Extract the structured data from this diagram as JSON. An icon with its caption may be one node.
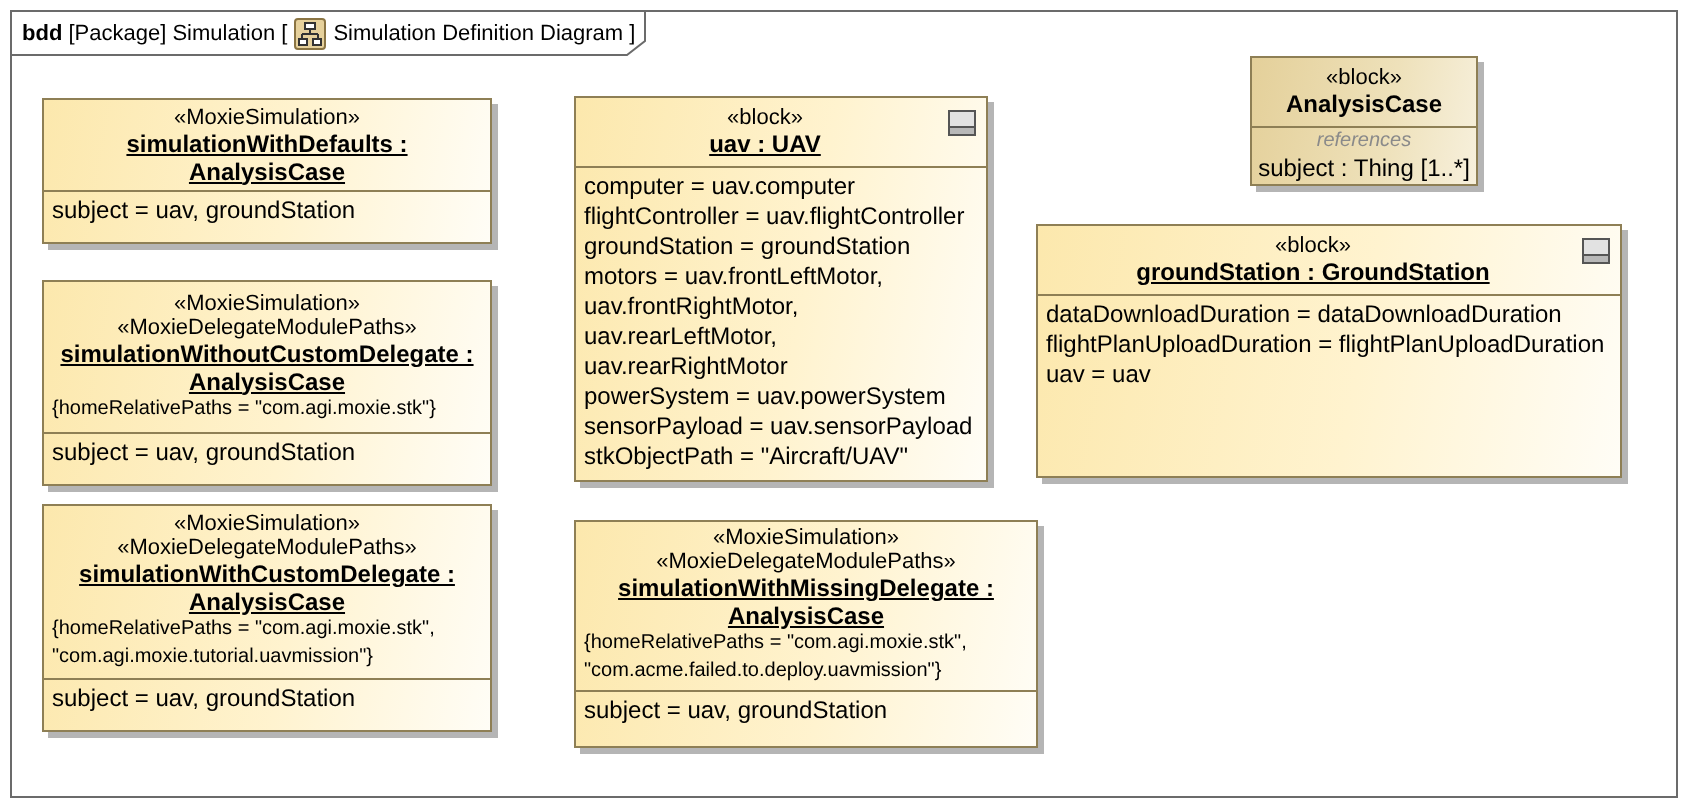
{
  "diagram": {
    "nodes": [
      {
        "text": [
          "**bdd** [Package] Simulation [",
          "Simulation Definition Diagram ]"
        ]
      },
      {
        "text": [
          "«MoxieSimulation»",
          "simulationWithDefaults : AnalysisCase",
          "subject = uav, groundStation"
        ],
        "in": 0
      },
      {
        "text": [
          "«MoxieSimulation»",
          "«MoxieDelegateModulePaths»",
          "simulationWithoutCustomDelegate : AnalysisCase",
          "{homeRelativePaths = \"com.agi.moxie.stk\"}",
          "subject = uav, groundStation"
        ],
        "in": 0
      },
      {
        "text": [
          "«MoxieSimulation»",
          "«MoxieDelegateModulePaths»",
          "simulationWithCustomDelegate : AnalysisCase",
          "{homeRelativePaths = \"com.agi.moxie.stk\", \"com.agi.moxie.tutorial.uavmission\"}",
          "subject = uav, groundStation"
        ],
        "in": 0
      },
      {
        "text": [
          "«block»",
          "uav : UAV",
          "computer = uav.computer",
          "flightController = uav.flightController",
          "groundStation = groundStation",
          "motors = uav.frontLeftMotor, uav.frontRightMotor, uav.rearLeftMotor, uav.rearRightMotor",
          "powerSystem = uav.powerSystem",
          "sensorPayload = uav.sensorPayload",
          "stkObjectPath = \"Aircraft/UAV\""
        ],
        "in": 0
      },
      {
        "text": [
          "«MoxieSimulation»",
          "«MoxieDelegateModulePaths»",
          "simulationWithMissingDelegate : AnalysisCase",
          "{homeRelativePaths = \"com.agi.moxie.stk\", \"com.acme.failed.to.deploy.uavmission\"}",
          "subject = uav, groundStation"
        ],
        "in": 0
      },
      {
        "text": [
          "«block»",
          "AnalysisCase",
          "references",
          "subject : Thing [1..*]"
        ],
        "in": 0
      },
      {
        "text": [
          "«block»",
          "groundStation : GroundStation",
          "dataDownloadDuration = dataDownloadDuration",
          "flightPlanUploadDuration = flightPlanUploadDuration",
          "uav = uav"
        ],
        "in": 0
      }
    ]
  }
}
